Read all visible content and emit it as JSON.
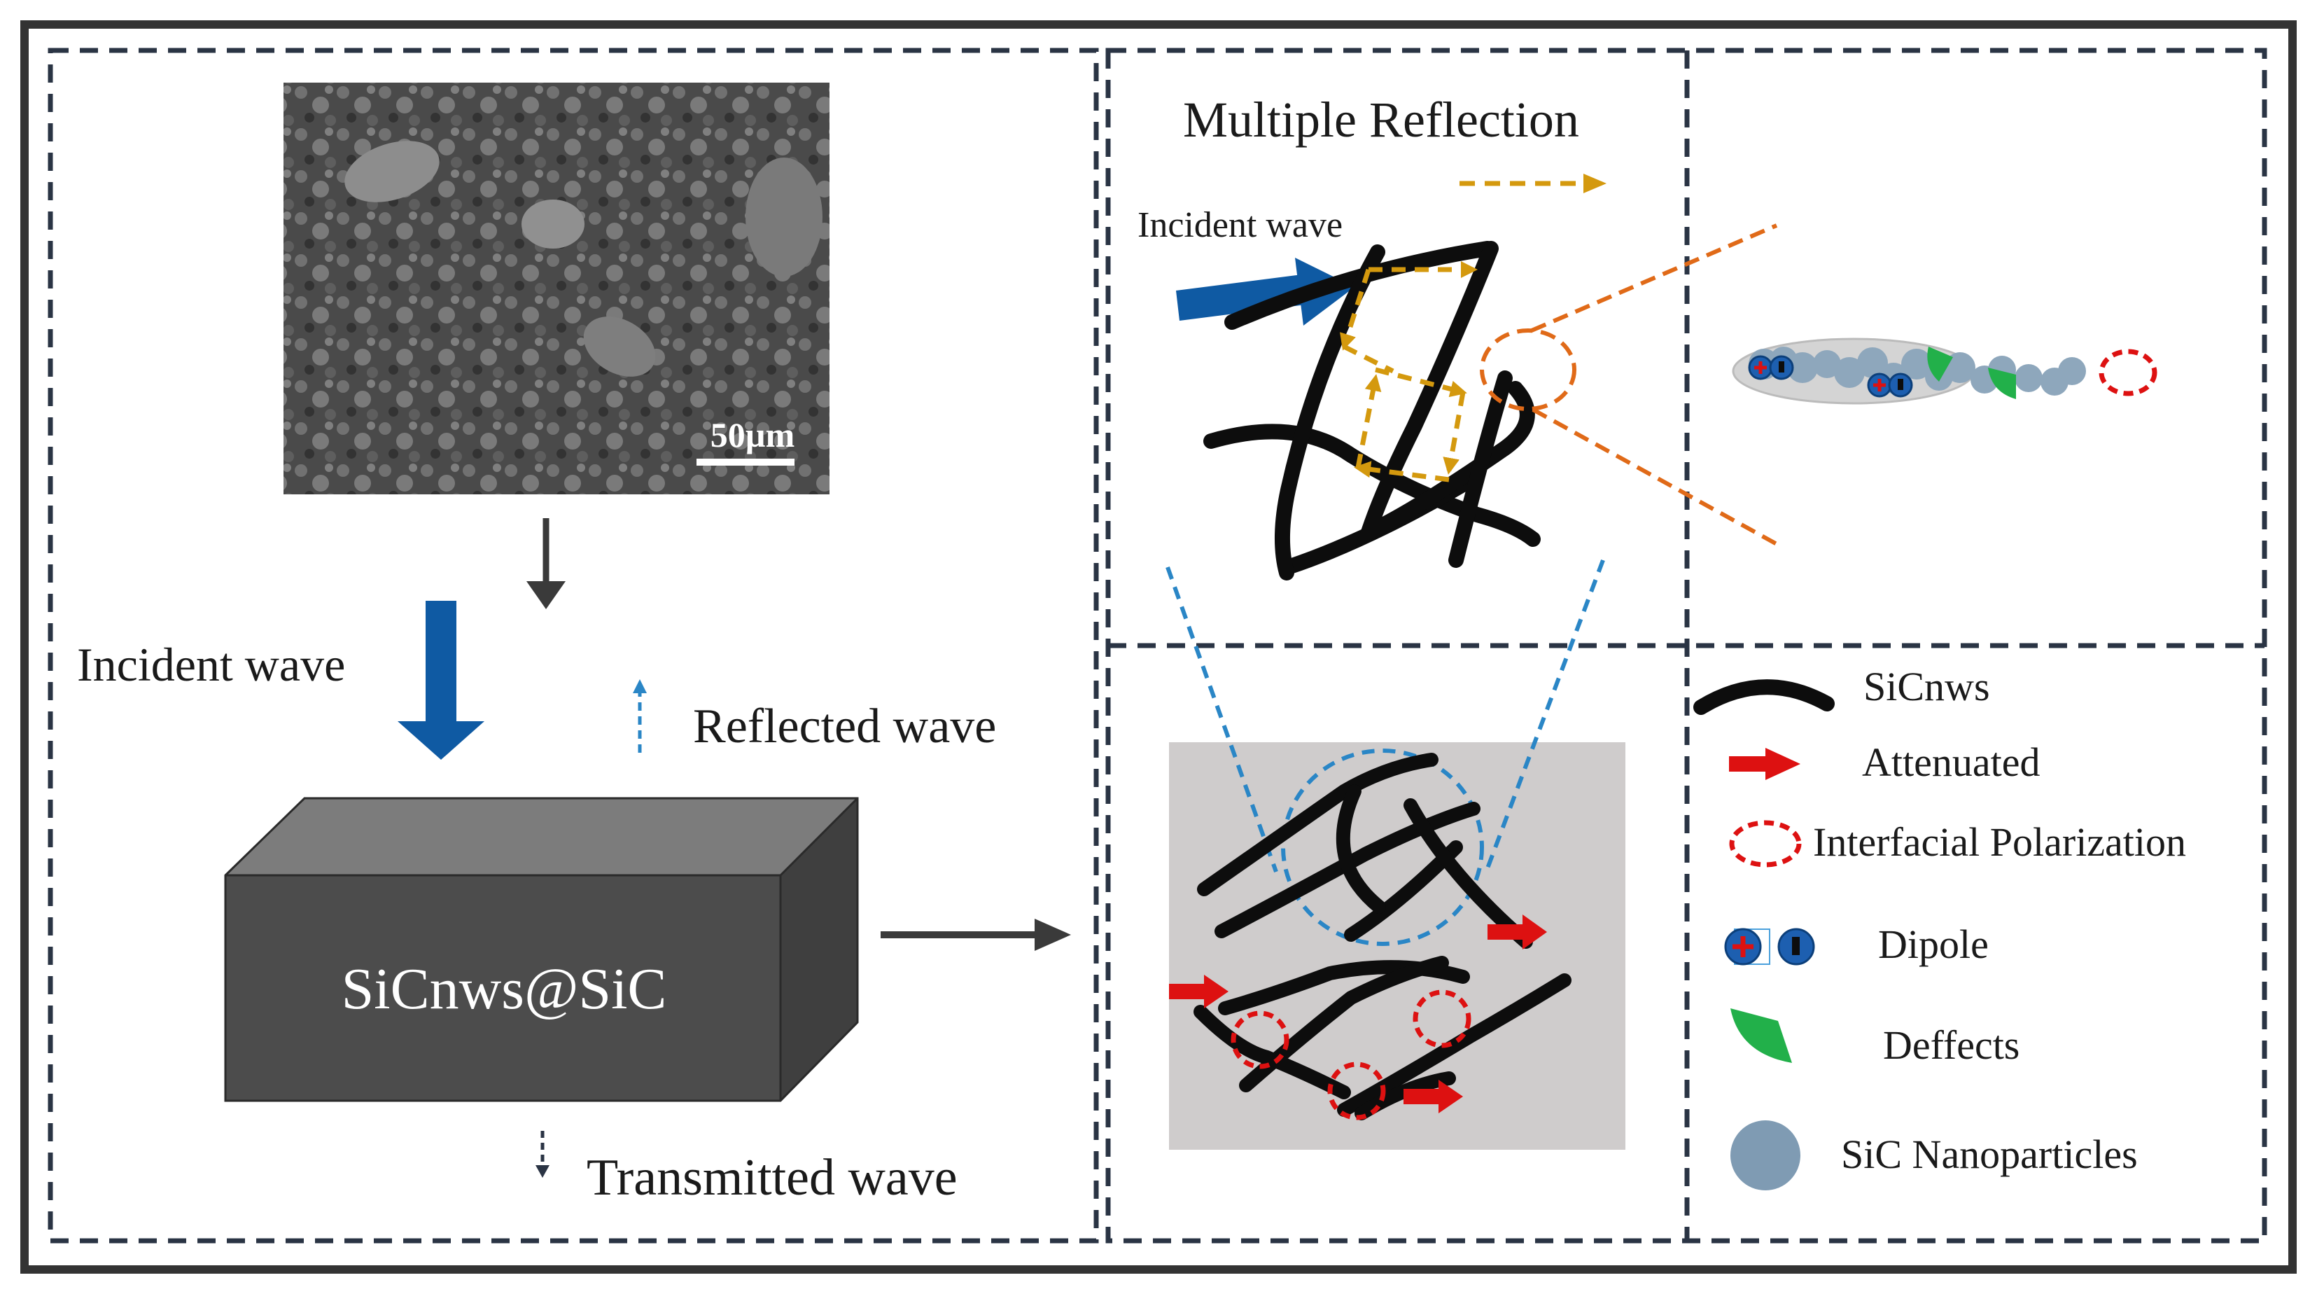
{
  "left_panel": {
    "sem_scale": "50µm",
    "incident_wave": "Incident wave",
    "reflected_wave": "Reflected wave",
    "transmitted_wave": "Transmitted wave",
    "block_label": "SiCnws@SiC"
  },
  "top_middle": {
    "title": "Multiple Reflection",
    "incident_wave": "Incident wave"
  },
  "legend": {
    "items": [
      {
        "label": "SiCnws",
        "icon": "nanowire-icon"
      },
      {
        "label": "Attenuated",
        "icon": "red-arrow-icon"
      },
      {
        "label": "Interfacial Polarization",
        "icon": "dashed-ellipse-icon"
      },
      {
        "label": "Dipole",
        "icon": "dipole-icon"
      },
      {
        "label": "Deffects",
        "icon": "defect-icon"
      },
      {
        "label": "SiC Nanoparticles",
        "icon": "nanoparticle-icon"
      }
    ]
  },
  "colors": {
    "frame": "#333333",
    "panel_border": "#2a3444",
    "incident_arrow": "#0f5aa3",
    "reflection_arrow": "#d4990e",
    "zoom_line": "#e06a18",
    "blue_dash": "#2a86c6",
    "attenuated": "#dd1111",
    "defect": "#22b04a",
    "particle": "#7f9bb3",
    "block_front": "#4c4c4c"
  }
}
